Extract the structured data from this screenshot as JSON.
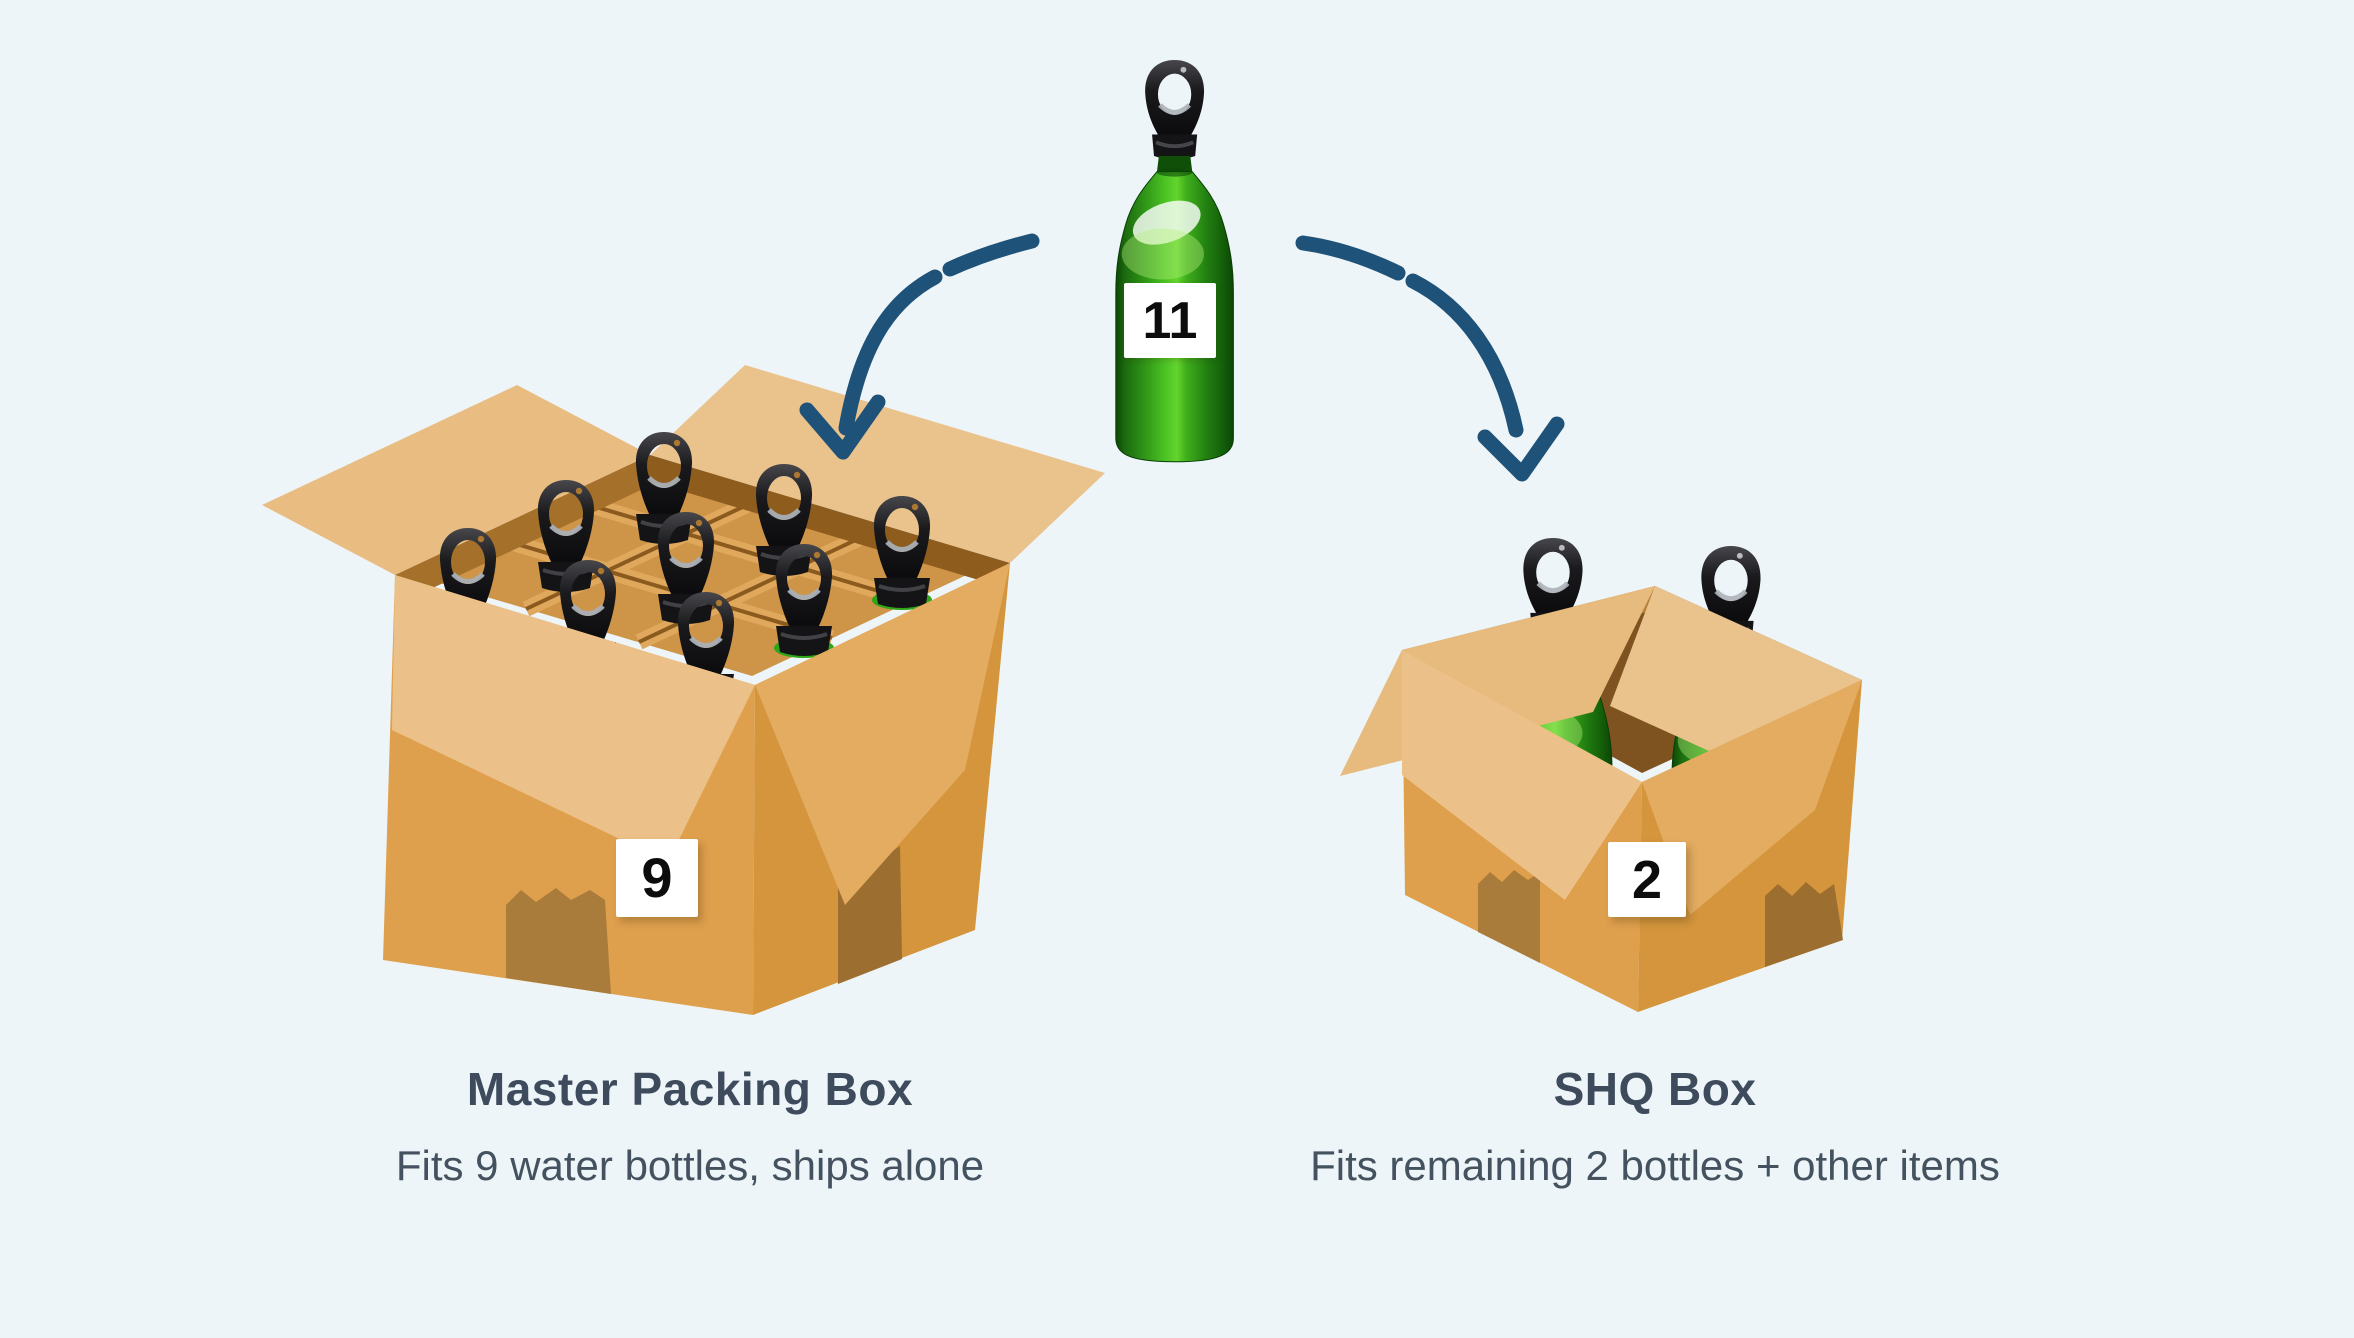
{
  "scene": {
    "background_color": "#EDF5F9",
    "arrow_color": "#1F5278",
    "caption_color": "#3E4B5C",
    "cardboard_face_color": "#DFA04D",
    "cardboard_flap_color": "#ECC189",
    "bottle_green_color": "#3FAE1C",
    "label_background": "#FFFFFF"
  },
  "bottle": {
    "count_label": "11"
  },
  "left_box": {
    "count_label": "9",
    "title": "Master Packing Box",
    "subtitle": "Fits 9 water bottles, ships alone"
  },
  "right_box": {
    "count_label": "2",
    "title": "SHQ Box",
    "subtitle": "Fits remaining 2 bottles + other items"
  }
}
